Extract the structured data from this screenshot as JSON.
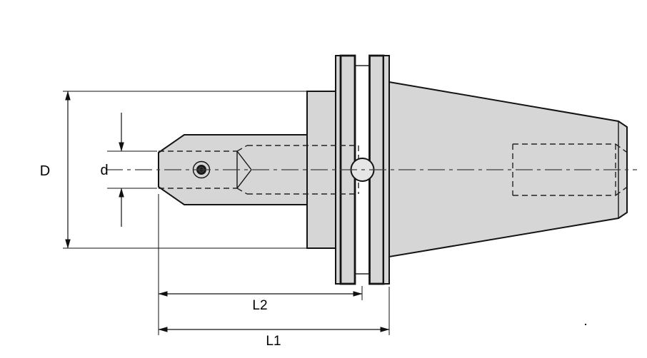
{
  "labels": {
    "d_outer": "D",
    "d_bore": "d",
    "l2": "L2",
    "l1": "L1",
    "stray_mark": "."
  },
  "colors": {
    "background": "#ffffff",
    "outline": "#141414",
    "body_fill": "#d6d6d6",
    "groove_fill": "#c9c9c9",
    "hole_fill": "#e6e6e6",
    "screw_ring": "#c9c9c9",
    "screw_dark": "#1a1a1a",
    "centerline": "#3c3c3c",
    "dimension": "#111111"
  }
}
